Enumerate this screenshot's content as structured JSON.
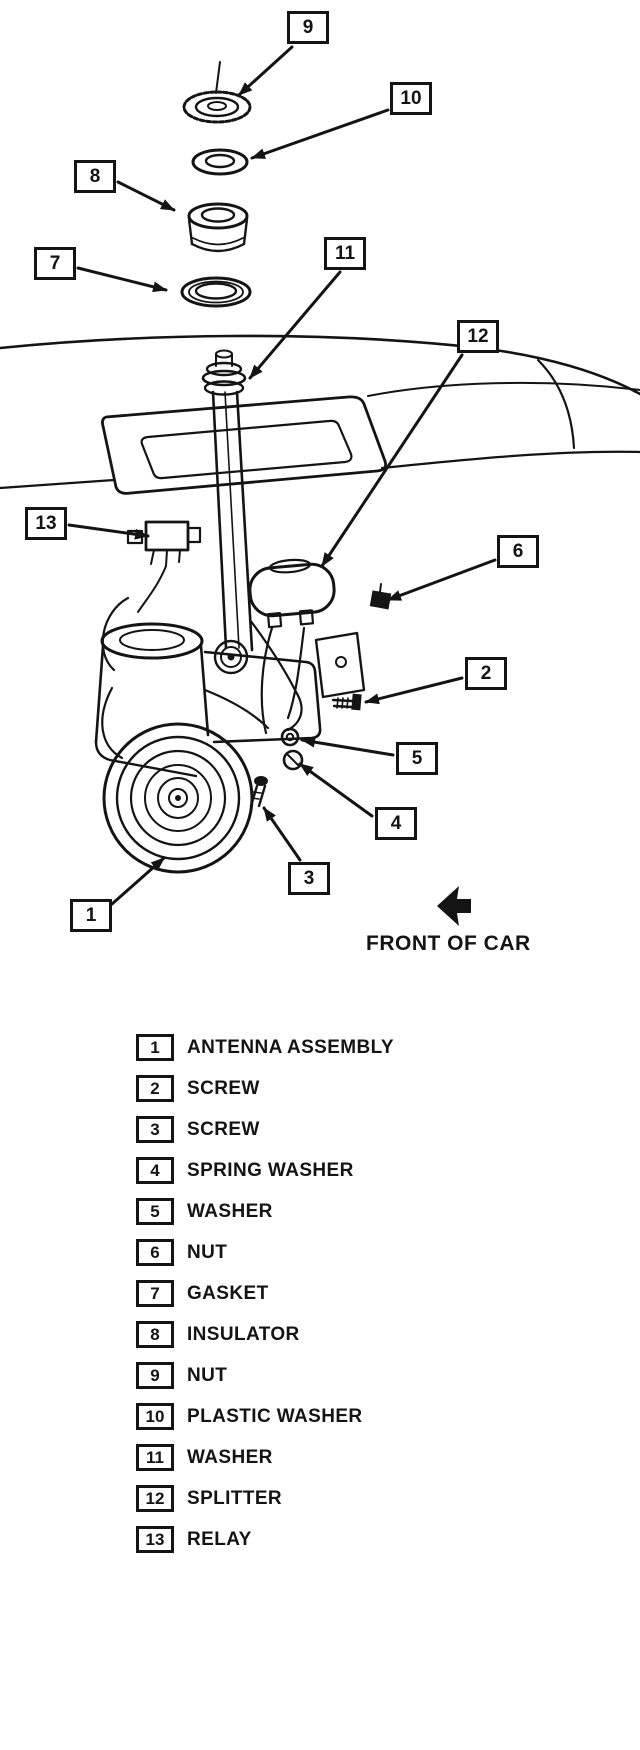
{
  "diagram": {
    "front_of_car_label": "FRONT OF CAR",
    "callouts": [
      "9",
      "10",
      "8",
      "7",
      "11",
      "12",
      "13",
      "6",
      "2",
      "5",
      "4",
      "3",
      "1"
    ]
  },
  "legend": {
    "items": [
      {
        "num": "1",
        "label": "ANTENNA ASSEMBLY"
      },
      {
        "num": "2",
        "label": "SCREW"
      },
      {
        "num": "3",
        "label": "SCREW"
      },
      {
        "num": "4",
        "label": "SPRING WASHER"
      },
      {
        "num": "5",
        "label": "WASHER"
      },
      {
        "num": "6",
        "label": "NUT"
      },
      {
        "num": "7",
        "label": "GASKET"
      },
      {
        "num": "8",
        "label": "INSULATOR"
      },
      {
        "num": "9",
        "label": "NUT"
      },
      {
        "num": "10",
        "label": "PLASTIC WASHER"
      },
      {
        "num": "11",
        "label": "WASHER"
      },
      {
        "num": "12",
        "label": "SPLITTER"
      },
      {
        "num": "13",
        "label": "RELAY"
      }
    ]
  },
  "colors": {
    "ink": "#141414",
    "paper": "#ffffff"
  },
  "icons": {
    "front_arrow": "left-arrow"
  }
}
